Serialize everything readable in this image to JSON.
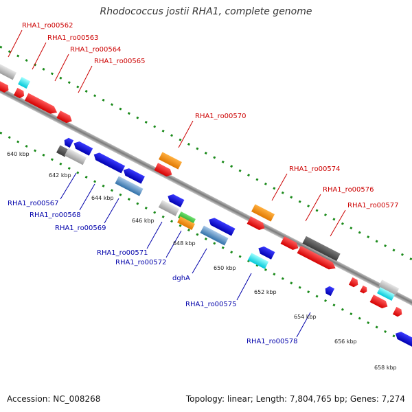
{
  "title": "Rhodococcus jostii RHA1, complete genome",
  "footer": {
    "accession": "Accession: NC_008268",
    "summary": "Topology: linear; Length: 7,804,765 bp; Genes: 7,274"
  },
  "colors": {
    "forward_label": "#cc0000",
    "reverse_label": "#0000aa",
    "tick": "#1a8a1a",
    "backbone": "#8c8c8c"
  },
  "scale_labels": [
    "640 kbp",
    "642 kbp",
    "644 kbp",
    "646 kbp",
    "648 kbp",
    "650 kbp",
    "652 kbp",
    "654 kbp",
    "656 kbp",
    "658 kbp"
  ],
  "forward_labels": [
    "RHA1_ro00562",
    "RHA1_ro00563",
    "RHA1_ro00564",
    "RHA1_ro00565",
    "RHA1_ro00570",
    "RHA1_ro00574",
    "RHA1_ro00576",
    "RHA1_ro00577"
  ],
  "reverse_labels": [
    "RHA1_ro00567",
    "RHA1_ro00568",
    "RHA1_ro00569",
    "RHA1_ro00571",
    "RHA1_ro00572",
    "dghA",
    "RHA1_ro00575",
    "RHA1_ro00578"
  ]
}
